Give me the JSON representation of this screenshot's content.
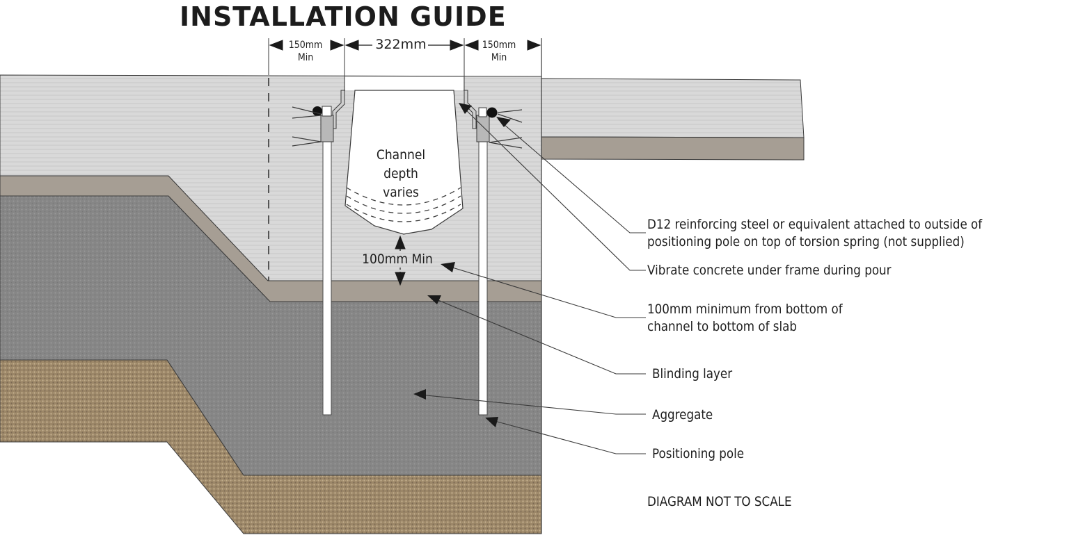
{
  "title": "INSTALLATION GUIDE",
  "dimensions": {
    "left_clearance": {
      "value": "150mm",
      "qualifier": "Min"
    },
    "channel_width": {
      "value": "322mm"
    },
    "right_clearance": {
      "value": "150mm",
      "qualifier": "Min"
    },
    "below_channel": {
      "value": "100mm Min"
    }
  },
  "channel_label": [
    "Channel",
    "depth",
    "varies"
  ],
  "callouts": [
    {
      "id": "reinforcing-steel",
      "lines": [
        "D12 reinforcing steel or equivalent attached to outside of",
        "positioning pole on top of torsion spring (not supplied)"
      ]
    },
    {
      "id": "vibrate-concrete",
      "lines": [
        "Vibrate concrete under frame during pour"
      ]
    },
    {
      "id": "minimum-depth",
      "lines": [
        "100mm minimum from bottom of",
        "channel to bottom of slab"
      ]
    },
    {
      "id": "blinding-layer",
      "lines": [
        "Blinding layer"
      ]
    },
    {
      "id": "aggregate",
      "lines": [
        "Aggregate"
      ]
    },
    {
      "id": "positioning-pole",
      "lines": [
        "Positioning pole"
      ]
    }
  ],
  "footnote": "DIAGRAM NOT TO SCALE",
  "colors": {
    "concrete": "#d6d6d6",
    "blinding": "#a69e94",
    "aggregate": "#858585",
    "soil": "#a08a6c",
    "outline": "#3a3a3a",
    "text": "#1e1e1e"
  }
}
